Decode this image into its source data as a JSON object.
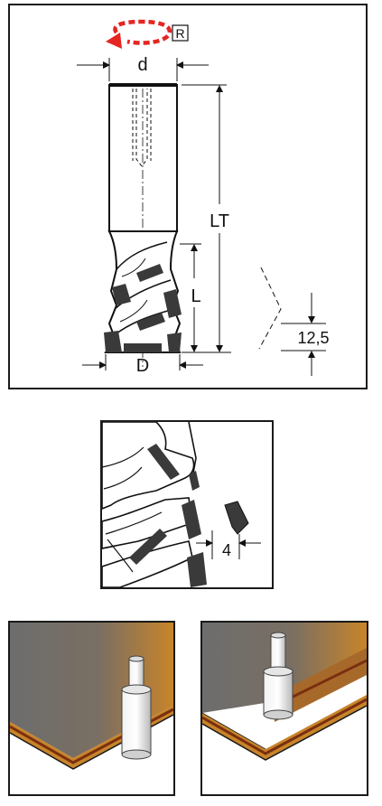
{
  "main_drawing": {
    "rotation_badge": "R",
    "label_d": "d",
    "label_LT": "LT",
    "label_L": "L",
    "label_D": "D",
    "label_step": "12,5"
  },
  "detail_drawing": {
    "label_gap": "4"
  },
  "colors": {
    "rotation_arrow": "#e52521",
    "insert": "#3a3a3a",
    "board_top": "#6f6f6f",
    "board_edge": "#c8842a",
    "board_glue": "#7a2f10"
  }
}
